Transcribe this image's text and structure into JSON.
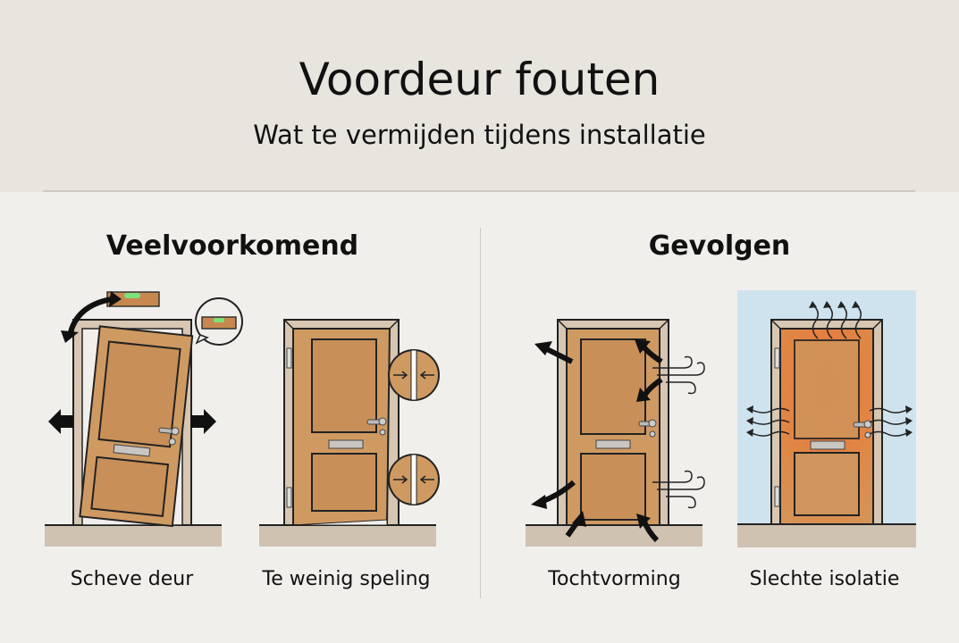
{
  "header": {
    "title": "Voordeur fouten",
    "subtitle": "Wat te vermijden tijdens installatie"
  },
  "sections": [
    {
      "title": "Veelvoorkomend",
      "items": [
        {
          "caption": "Scheve deur",
          "icon": "tilted-door-with-level-icon"
        },
        {
          "caption": "Te weinig speling",
          "icon": "door-narrow-gap-icon"
        }
      ]
    },
    {
      "title": "Gevolgen",
      "items": [
        {
          "caption": "Tochtvorming",
          "icon": "door-draft-arrows-icon"
        },
        {
          "caption": "Slechte isolatie",
          "icon": "door-heat-loss-icon"
        }
      ]
    }
  ],
  "colors": {
    "header_bg": "#e8e4de",
    "page_bg": "#f1efeb",
    "door": "#cf9a62",
    "frame": "#d6c6b2",
    "floor": "#cfc2b1",
    "heat": "#e8763a",
    "cold_bg": "#cfe3ee"
  }
}
